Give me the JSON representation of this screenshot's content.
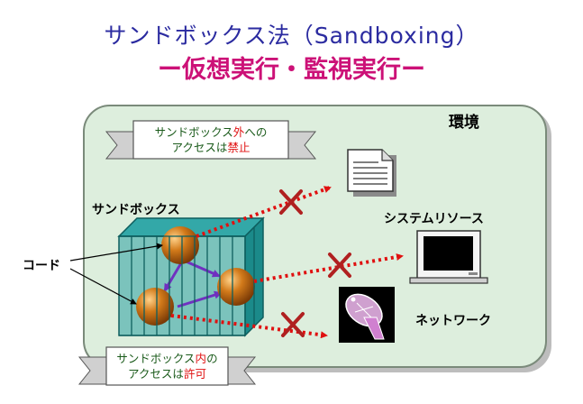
{
  "title": {
    "line1": "サンドボックス法（Sandboxing）",
    "line2": "ー仮想実行・監視実行ー"
  },
  "environment": {
    "label": "環境"
  },
  "banner_top": {
    "part1": "サンドボックス",
    "part2": "外",
    "part3": "への",
    "line2a": "アクセスは",
    "line2b": "禁止"
  },
  "banner_bottom": {
    "part1": "サンドボックス",
    "part2": "内",
    "part3": "の",
    "line2a": "アクセスは",
    "line2b": "許可"
  },
  "sandbox": {
    "label": "サンドボックス"
  },
  "code": {
    "label": "コード"
  },
  "resources": {
    "system": "システムリソース",
    "network": "ネットワーク"
  },
  "icons": [
    "document-icon",
    "monitor-icon",
    "satellite-dish-icon",
    "cross-icon"
  ],
  "colors": {
    "title_blue": "#2b2ba0",
    "title_pink": "#cc1177",
    "environment_bg": "#ddeedd",
    "cage": "#1e8e8e",
    "arrow_red": "#e01010",
    "arrow_purple": "#7030c0"
  }
}
